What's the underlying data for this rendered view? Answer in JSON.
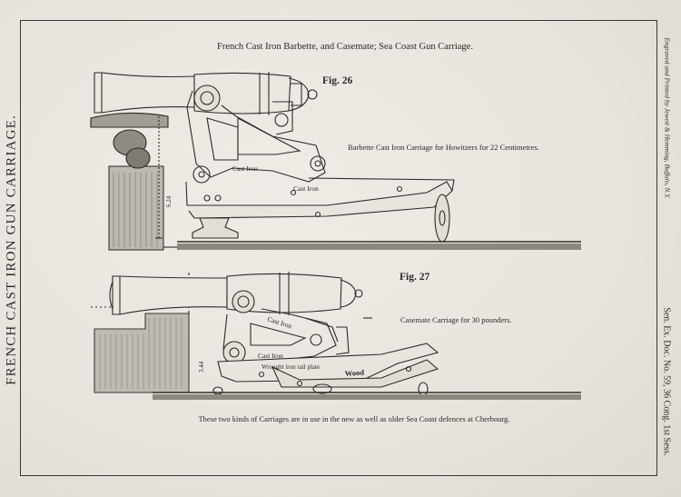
{
  "plate": {
    "side_title": "FRENCH CAST IRON GUN CARRIAGE.",
    "title": "French Cast Iron Barbette, and Casemate; Sea Coast Gun Carriage.",
    "engraver_credit": "Engraved and Printed by Jewett & Hemming, Buffalo, N.Y.",
    "document_ref": "Sen. Ex. Doc. No. 59, 36 Cong. 1st Sess.",
    "footnote": "These two kinds of Carriages are in use in the new as well as older Sea Coast defences at Cherbourg."
  },
  "fig26": {
    "label": "Fig. 26",
    "caption": "Barbette Cast Iron Carriage for Howitzers for 22 Centimetres.",
    "part_label_1": "Cast Iron",
    "part_label_2": "Cast Iron",
    "dimension": "6.24"
  },
  "fig27": {
    "label": "Fig. 27",
    "caption": "Casemate Carriage for 30 pounders.",
    "part_label_1": "Cast Iron",
    "part_label_2": "Cast Iron",
    "part_label_3": "Wrought iron rail plate",
    "part_label_4": "Wood",
    "dimension": "3.44"
  }
}
